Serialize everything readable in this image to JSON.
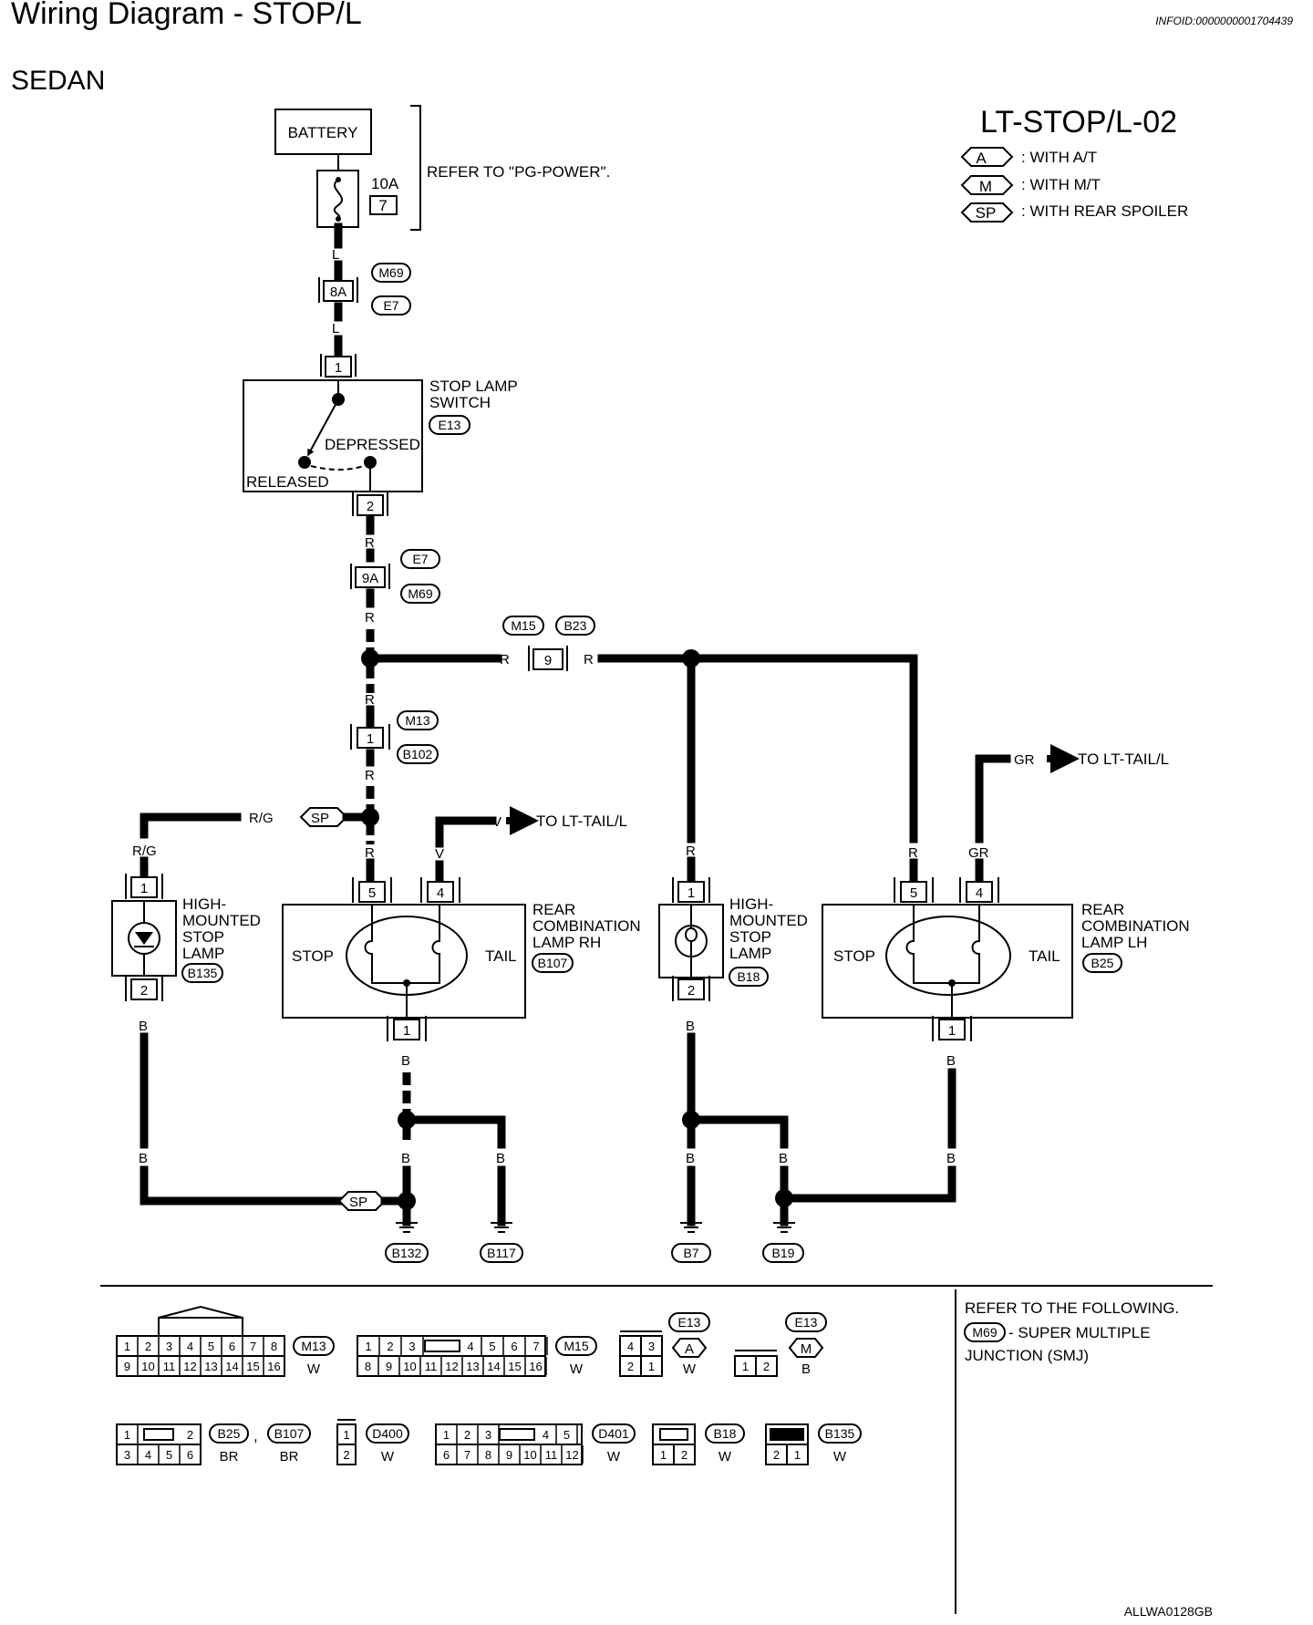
{
  "header": {
    "title": "Wiring Diagram - STOP/L",
    "info_id": "INFOID:0000000001704439",
    "variant": "SEDAN"
  },
  "diagram": {
    "code": "LT-STOP/L-02",
    "legend": [
      {
        "symbol": "A",
        "text": ": WITH A/T"
      },
      {
        "symbol": "M",
        "text": ": WITH M/T"
      },
      {
        "symbol": "SP",
        "text": ": WITH REAR SPOILER"
      }
    ],
    "battery": "BATTERY",
    "fuse_rating": "10A",
    "fuse_number": "7",
    "refer_power": "REFER TO \"PG-POWER\".",
    "wires": {
      "L": "L",
      "R": "R",
      "RG": "R/G",
      "V": "V",
      "B": "B",
      "GR": "GR"
    },
    "connectors": {
      "M69": "M69",
      "E7": "E7",
      "E13": "E13",
      "M15": "M15",
      "B23": "B23",
      "M13": "M13",
      "B102": "B102",
      "B135": "B135",
      "B107": "B107",
      "B18": "B18",
      "B25": "B25",
      "B132": "B132",
      "B117": "B117",
      "B7": "B7",
      "B19": "B19",
      "D400": "D400",
      "D401": "D401"
    },
    "pins": {
      "p8A": "8A",
      "p9A": "9A",
      "p1": "1",
      "p2": "2",
      "p4": "4",
      "p5": "5",
      "p9": "9"
    },
    "stop_switch": {
      "label1": "STOP LAMP",
      "label2": "SWITCH",
      "depressed": "DEPRESSED",
      "released": "RELEASED"
    },
    "hmsl": {
      "l1": "HIGH-",
      "l2": "MOUNTED",
      "l3": "STOP",
      "l4": "LAMP"
    },
    "rcl_rh": {
      "l1": "REAR",
      "l2": "COMBINATION",
      "l3": "LAMP RH"
    },
    "rcl_lh": {
      "l1": "REAR",
      "l2": "COMBINATION",
      "l3": "LAMP LH"
    },
    "stop": "STOP",
    "tail": "TAIL",
    "to_tail": "TO LT-TAIL/L",
    "sp": "SP",
    "refer_following": "REFER TO THE FOLLOWING.",
    "smj_text": "- SUPER MULTIPLE",
    "smj_text2": "JUNCTION (SMJ)",
    "footer_code": "ALLWA0128GB"
  },
  "connector_faces": {
    "m13_top": [
      "1",
      "2",
      "3",
      "4",
      "5",
      "6",
      "7",
      "8"
    ],
    "m13_bot": [
      "9",
      "10",
      "11",
      "12",
      "13",
      "14",
      "15",
      "16"
    ],
    "m13_color": "W",
    "m15_top": [
      "1",
      "2",
      "3",
      "4",
      "5",
      "6",
      "7"
    ],
    "m15_bot": [
      "8",
      "9",
      "10",
      "11",
      "12",
      "13",
      "14",
      "15",
      "16"
    ],
    "m15_color": "W",
    "e13a_top": [
      "4",
      "3"
    ],
    "e13a_bot": [
      "2",
      "1"
    ],
    "e13a_color": "W",
    "e13a_sym": "A",
    "e13m": [
      "1",
      "2"
    ],
    "e13m_color": "B",
    "e13m_sym": "M",
    "b25_top": [
      "1",
      "2"
    ],
    "b25_bot": [
      "3",
      "4",
      "5",
      "6"
    ],
    "b25_color": "BR",
    "b107_color": "BR",
    "d400": [
      "1",
      "2"
    ],
    "d400_color": "W",
    "d401_top": [
      "1",
      "2",
      "3",
      "4",
      "5"
    ],
    "d401_bot": [
      "6",
      "7",
      "8",
      "9",
      "10",
      "11",
      "12"
    ],
    "d401_color": "W",
    "b18": [
      "1",
      "2"
    ],
    "b18_color": "W",
    "b135": [
      "2",
      "1"
    ],
    "b135_color": "W",
    "comma": ","
  }
}
